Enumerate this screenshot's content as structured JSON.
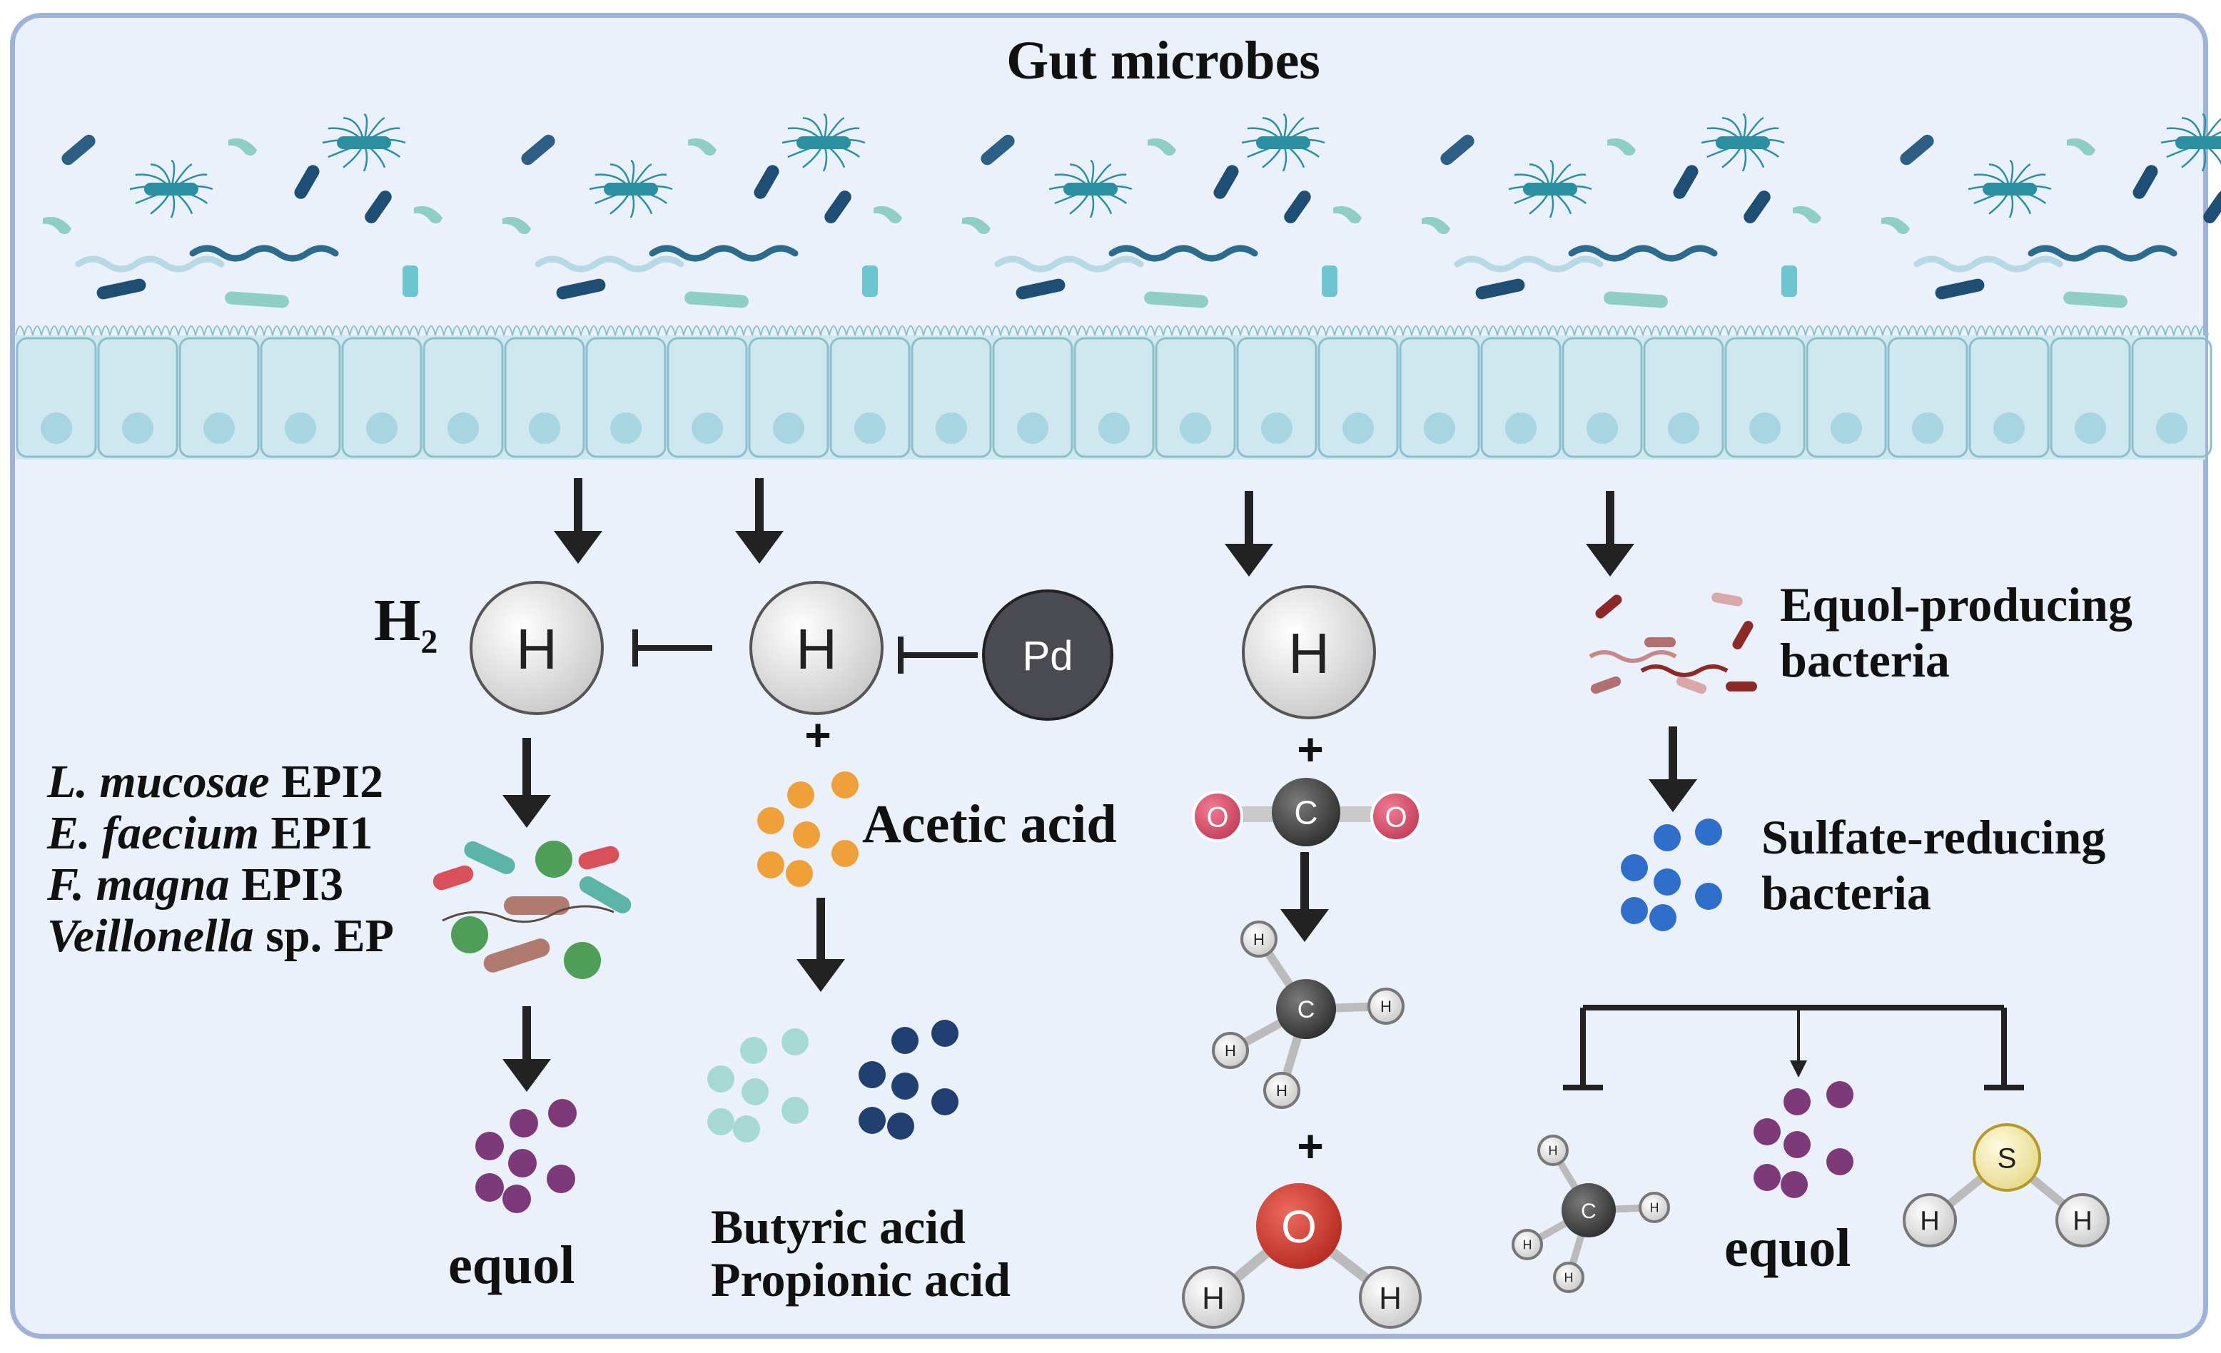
{
  "title": "Gut microbes",
  "hydrogen_label": "H",
  "hydrogen_subscript": "2",
  "atoms": {
    "H": "H",
    "Pd": "Pd",
    "C": "C",
    "O": "O",
    "S": "S",
    "plus": "+"
  },
  "strains": [
    {
      "genus": "L. mucosae",
      "strain": "EPI2"
    },
    {
      "genus": "E. faecium",
      "strain": "EPI1"
    },
    {
      "genus": "F. magna",
      "strain": "EPI3"
    },
    {
      "genus": "Veillonella",
      "strain": "sp. EP"
    }
  ],
  "labels": {
    "acetic_acid": "Acetic acid",
    "butyric_acid": "Butyric acid",
    "propionic_acid": "Propionic acid",
    "equol_left": "equol",
    "equol_right": "equol",
    "equol_producing_1": "Equol-producing",
    "equol_producing_2": "bacteria",
    "sulfate_reducing_1": "Sulfate-reducing",
    "sulfate_reducing_2": "bacteria"
  },
  "colors": {
    "border": "#9fb3d9",
    "background": "#eaf1fb",
    "epithelium": "#cfe8ef",
    "epithelium_line": "#8cbfcc",
    "nucleus": "#a7d5e2",
    "arrow": "#222222",
    "h_atom": "#e8e8e8",
    "pd_atom": "#4a4a52",
    "acetate": "#f0a038",
    "butyrate": "#a6d9d3",
    "propionate": "#213f70",
    "equol": "#7e3a78",
    "sulfate_bacteria": "#2f6ecb",
    "carbon": "#4a4a4a",
    "oxygen": "#d64a65",
    "water_oxygen": "#c8342e",
    "sulfur": "#f2eab0"
  },
  "icons": [
    "microbe-cluster",
    "epithelium",
    "hydrogen-atom",
    "palladium-atom",
    "carbon-dioxide-molecule",
    "methane-molecule",
    "water-molecule",
    "hydrogen-sulfide-molecule",
    "bacteria-mix",
    "equol-molecules"
  ]
}
